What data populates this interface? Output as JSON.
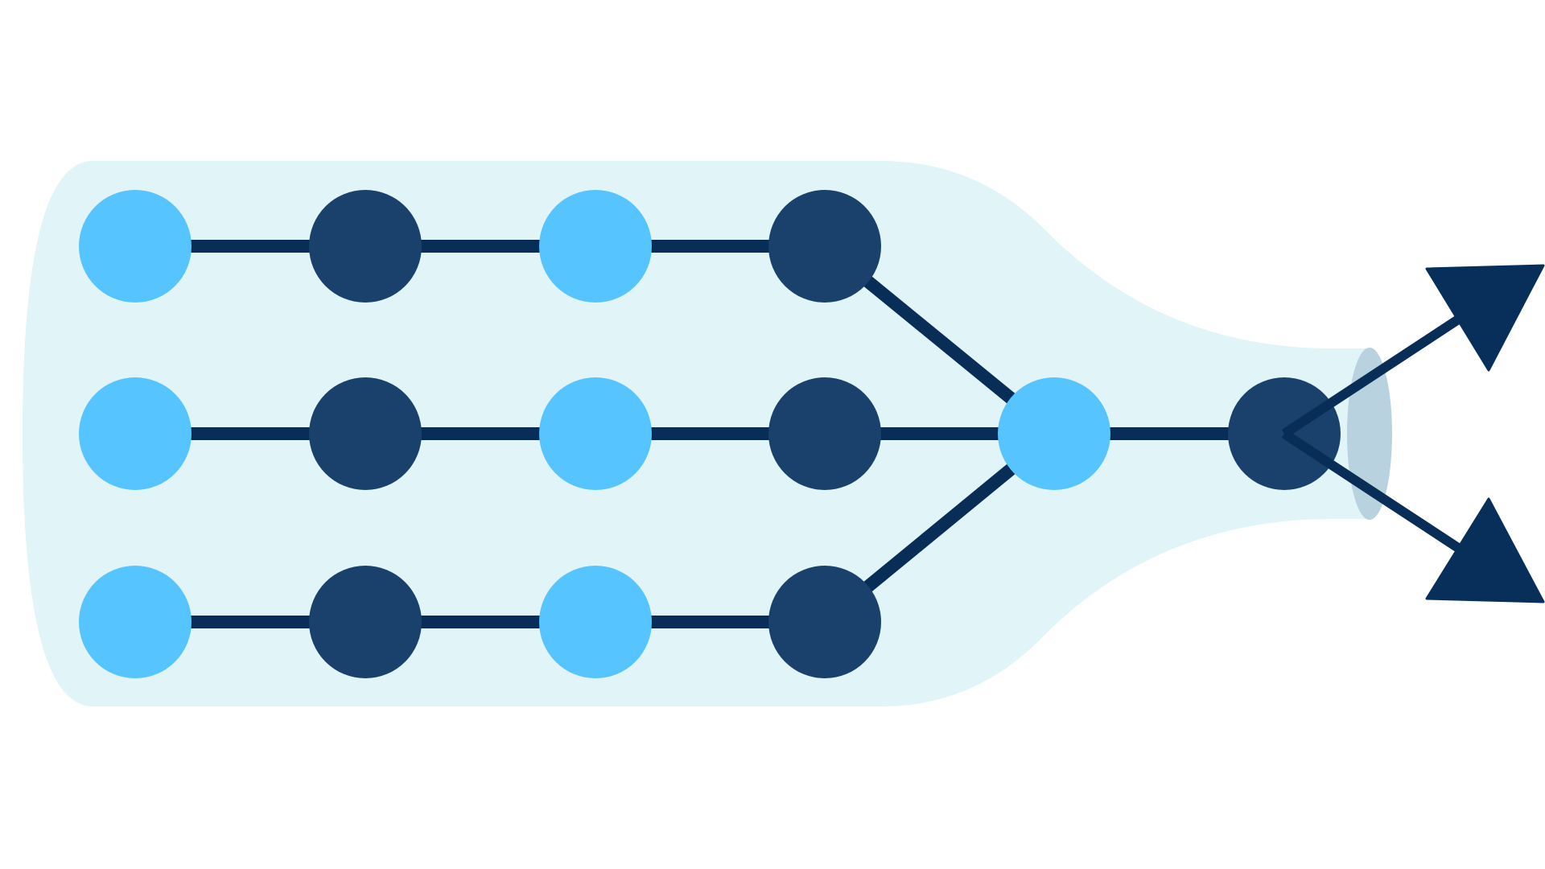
{
  "colors": {
    "background": "#ffffff",
    "bottle": "#e1f4f7",
    "bottle_neck_cap": "#b8d3df",
    "node_light": "#55c4ff",
    "node_dark": "#1a416b",
    "edge": "#082e58",
    "arrow": "#072f5a"
  },
  "diagram": {
    "rows": [
      {
        "nodes": [
          "light",
          "dark",
          "light",
          "dark"
        ]
      },
      {
        "nodes": [
          "light",
          "dark",
          "light",
          "dark"
        ]
      },
      {
        "nodes": [
          "light",
          "dark",
          "light",
          "dark"
        ]
      }
    ],
    "merge_nodes": [
      "light",
      "dark"
    ],
    "outputs": [
      {
        "direction": "up-right",
        "icon": "arrow-up-right-icon"
      },
      {
        "direction": "down-right",
        "icon": "arrow-down-right-icon"
      }
    ]
  }
}
